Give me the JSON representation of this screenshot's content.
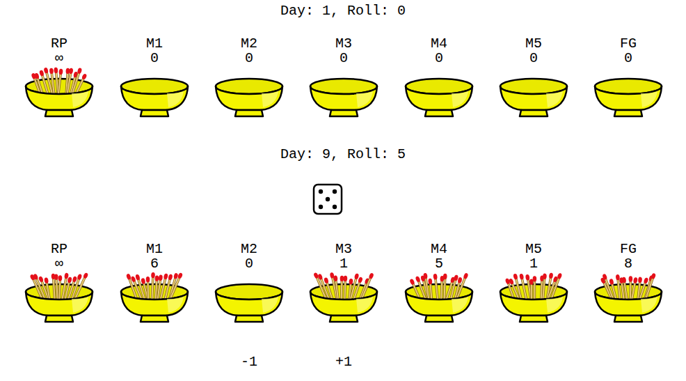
{
  "diagram": {
    "nodes": [
      {
        "text": [
          "RP",
          "∞"
        ]
      },
      {
        "text": [
          "M1",
          "0"
        ]
      },
      {
        "text": [
          "M2",
          "0"
        ]
      },
      {
        "text": [
          "M3",
          "0"
        ]
      },
      {
        "text": [
          "M4",
          "0"
        ]
      },
      {
        "text": [
          "M5",
          "0"
        ]
      },
      {
        "text": [
          "FG",
          "0"
        ]
      },
      {
        "text": [
          "RP",
          "∞"
        ]
      },
      {
        "text": [
          "M1",
          "6"
        ]
      },
      {
        "text": [
          "M2",
          "0"
        ]
      },
      {
        "text": [
          "M3",
          "1"
        ]
      },
      {
        "text": [
          "M4",
          "5"
        ]
      },
      {
        "text": [
          "M5",
          "1"
        ]
      },
      {
        "text": [
          "FG",
          "8"
        ]
      }
    ],
    "labels": [
      "Day: 1, Roll: 0",
      "Day: 9, Roll: 5",
      "-1",
      "+1"
    ]
  }
}
